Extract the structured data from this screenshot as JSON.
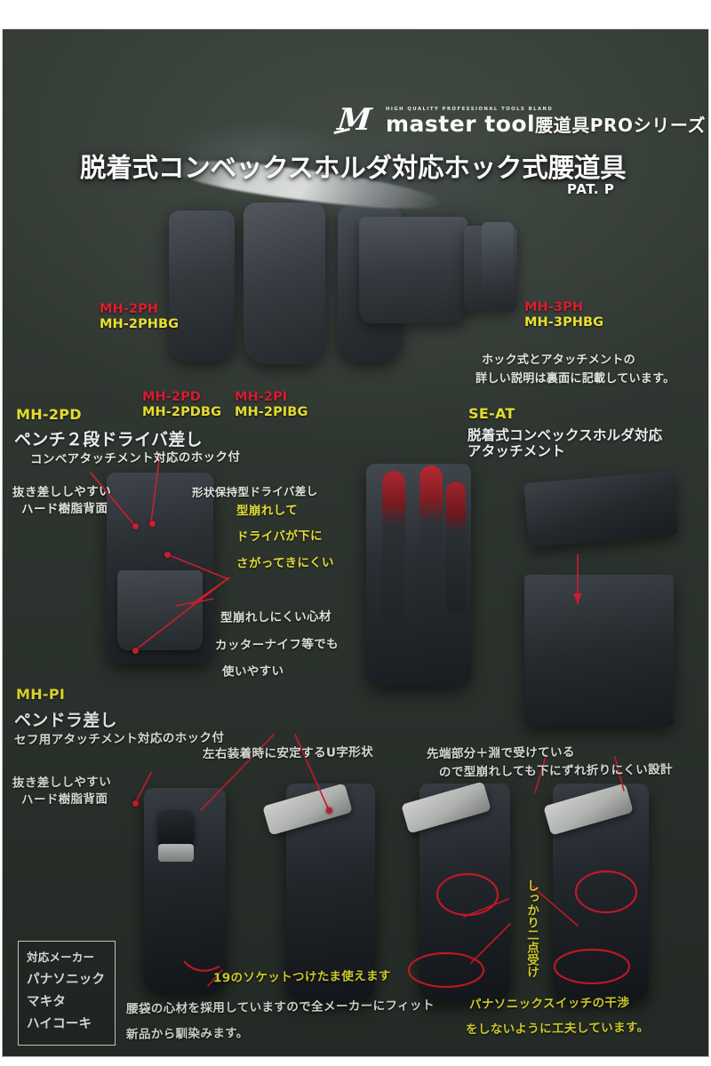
{
  "header": {
    "logo_name": "master tool",
    "logo_tagline": "HIGH QUALITY PROFESSIONAL TOOLS BLAND",
    "series": "腰道具PROシリーズ",
    "main_title": "脱着式コンベックスホルダ対応ホック式腰道具",
    "patent": "PAT. P"
  },
  "colors": {
    "background": "#2a332e",
    "code_primary": "#e4172c",
    "code_variant": "#f3ec2a",
    "annotation_white": "#f4f5f0",
    "annotation_yellow": "#f6ef33",
    "callout_red": "#e01b2b",
    "page_white": "#ffffff"
  },
  "codes": {
    "pench_2ph": {
      "base": "MH-2PH",
      "variant": "MH-2PHBG"
    },
    "holder_3ph": {
      "base": "MH-3PH",
      "variant": "MH-3PHBG"
    },
    "driver_2pd": {
      "base": "MH-2PD",
      "variant": "MH-2PDBG"
    },
    "impact_2pi": {
      "base": "MH-2PI",
      "variant": "MH-2PIBG"
    }
  },
  "notes": {
    "back_side_1": "ホック式とアタッチメントの",
    "back_side_2": "詳しい説明は裏面に記載しています。"
  },
  "sections": {
    "mh2pd": {
      "code": "MH-2PD",
      "title": "ペンチ２段ドライバ差し",
      "subtitle": "コンベアタッチメント対応のホック付",
      "ann_back_1": "抜き差ししやすい",
      "ann_back_2": "ハード樹脂背面",
      "ann_shape": "形状保持型ドライバ差し",
      "ann_keep_1": "型崩れして",
      "ann_keep_2": "ドライバが下に",
      "ann_keep_3": "さがってきにくい",
      "ann_core_1": "型崩れしにくい心材",
      "ann_core_2": "カッターナイフ等でも",
      "ann_core_3": "使いやすい"
    },
    "seat": {
      "code": "SE-AT",
      "title_1": "脱着式コンベックスホルダ対応",
      "title_2": "アタッチメント"
    },
    "mhpi": {
      "code": "MH-PI",
      "title": "ペンドラ差し",
      "subtitle": "セフ用アタッチメント対応のホック付",
      "ann_back_1": "抜き差ししやすい",
      "ann_back_2": "ハード樹脂背面",
      "ann_ushape": "左右装着時に安定するU字形状",
      "ann_tip_1": "先端部分＋淵で受けている",
      "ann_tip_2": "ので型崩れしても下にずれ折りにくい設計",
      "ann_twopoint": "しっかり二点受け",
      "ann_socket": "19のソケットつけたま使えます",
      "ann_fit_1": "腰袋の心材を採用していますので全メーカーにフィット",
      "ann_fit_2": "新品から馴染みます。",
      "ann_switch_1": "パナソニックスイッチの干渉",
      "ann_switch_2": "をしないように工夫しています。"
    }
  },
  "maker_box": {
    "heading": "対応メーカー",
    "items": [
      "パナソニック",
      "マキタ",
      "ハイコーキ"
    ]
  }
}
